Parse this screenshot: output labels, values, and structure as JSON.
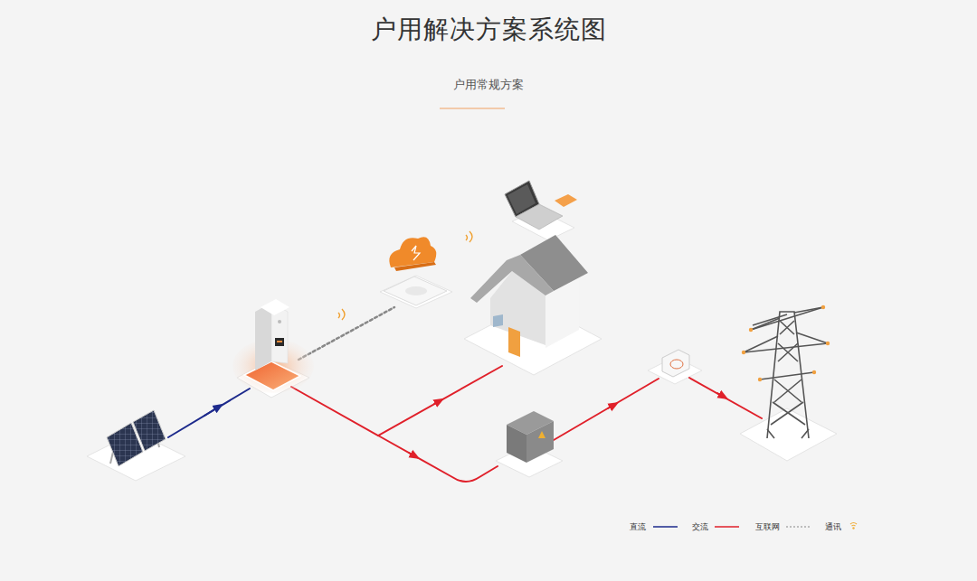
{
  "diagram": {
    "title": "户用解决方案系统图",
    "caption": "户用常规方案",
    "legend": [
      {
        "text": "直流"
      },
      {
        "text": "交流"
      },
      {
        "text": "互联网"
      },
      {
        "text": "通讯"
      }
    ]
  }
}
